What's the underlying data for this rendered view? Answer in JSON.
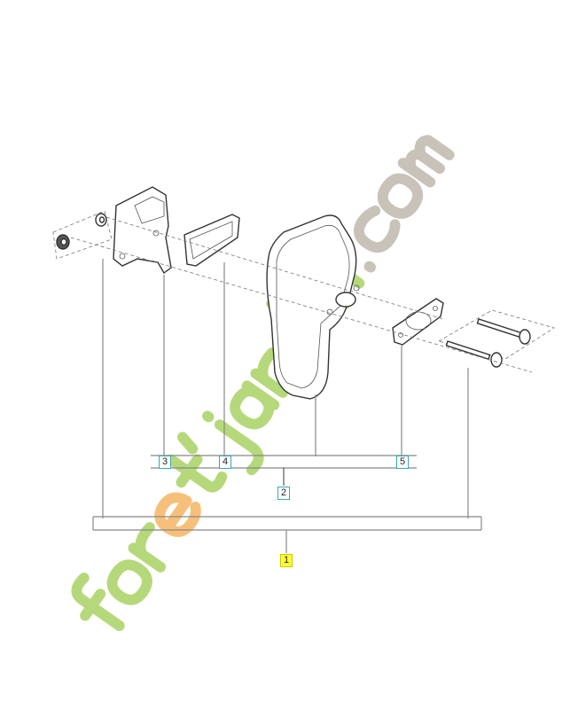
{
  "diagram": {
    "callouts": [
      {
        "label": "1",
        "highlighted": true
      },
      {
        "label": "2",
        "highlighted": false
      },
      {
        "label": "3",
        "highlighted": false
      },
      {
        "label": "4",
        "highlighted": false
      },
      {
        "label": "5",
        "highlighted": false
      }
    ],
    "callout_color": "#3aa7b3",
    "highlight_color": "#ffff33"
  },
  "watermark": {
    "text": "foretjardin.com",
    "colors": {
      "green": "#b5d97a",
      "orange": "#f7c07a",
      "gray": "#c9c2b8"
    }
  }
}
